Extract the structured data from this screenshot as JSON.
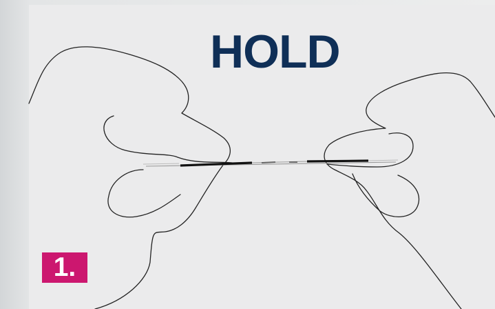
{
  "instruction": {
    "title": "HOLD",
    "step_label": "1."
  },
  "colors": {
    "title": "#0f2f57",
    "badge": "#cc176f",
    "panel": "#ebebec",
    "outline": "#222222"
  },
  "illustration": {
    "icon": "hands-holding-wire-illustration"
  }
}
